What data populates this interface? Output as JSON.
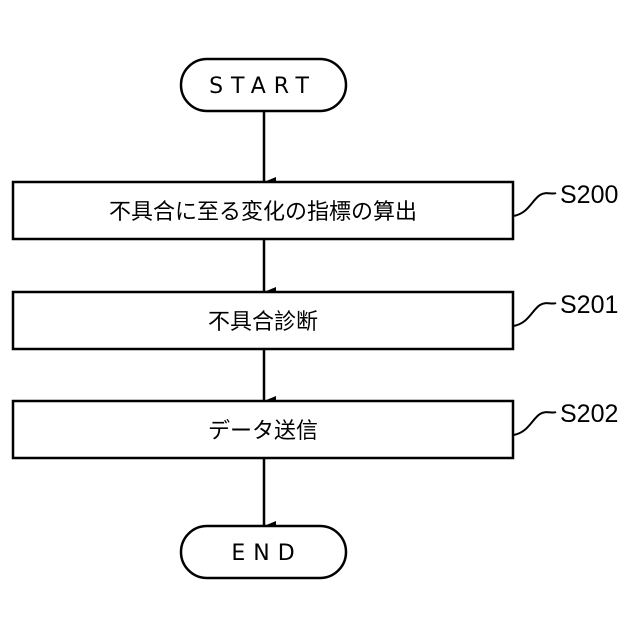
{
  "diagram": {
    "start": {
      "label": "START"
    },
    "steps": [
      {
        "id": "S200",
        "label": "不具合に至る変化の指標の算出"
      },
      {
        "id": "S201",
        "label": "不具合診断"
      },
      {
        "id": "S202",
        "label": "データ送信"
      }
    ],
    "end": {
      "label": "END"
    }
  }
}
